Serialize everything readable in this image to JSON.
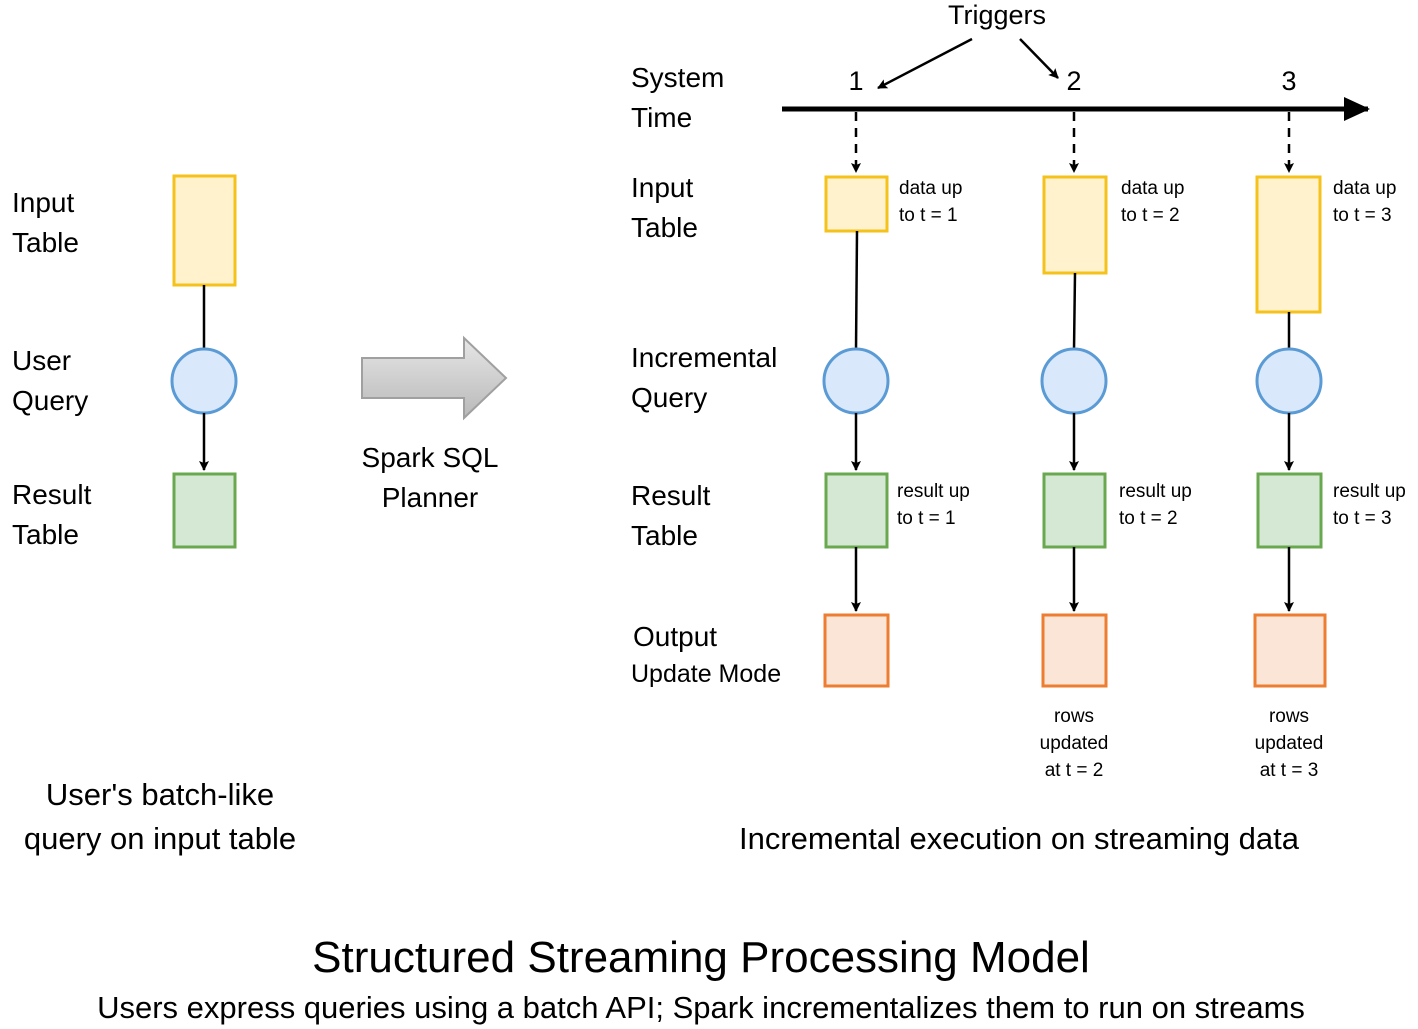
{
  "left": {
    "input_table": [
      "Input",
      "Table"
    ],
    "user_query": [
      "User",
      "Query"
    ],
    "result_table": [
      "Result",
      "Table"
    ],
    "caption": [
      "User's batch-like",
      "query on input table"
    ]
  },
  "planner": {
    "label": [
      "Spark SQL",
      "Planner"
    ]
  },
  "right": {
    "triggers_label": "Triggers",
    "system_time": [
      "System",
      "Time"
    ],
    "input_table": [
      "Input",
      "Table"
    ],
    "incremental_query": [
      "Incremental",
      "Query"
    ],
    "result_table": [
      "Result",
      "Table"
    ],
    "output": "Output",
    "output_mode": "Update Mode",
    "caption": "Incremental execution on streaming data",
    "columns": [
      {
        "tick": "1",
        "data_note": [
          "data up",
          "to t = 1"
        ],
        "result_note": [
          "result up",
          "to t = 1"
        ],
        "rows_note": []
      },
      {
        "tick": "2",
        "data_note": [
          "data up",
          "to t = 2"
        ],
        "result_note": [
          "result up",
          "to t = 2"
        ],
        "rows_note": [
          "rows",
          "updated",
          "at t = 2"
        ]
      },
      {
        "tick": "3",
        "data_note": [
          "data up",
          "to t = 3"
        ],
        "result_note": [
          "result up",
          "to t = 3"
        ],
        "rows_note": [
          "rows",
          "updated",
          "at t = 3"
        ]
      }
    ]
  },
  "footer": {
    "title": "Structured Streaming Processing Model",
    "subtitle": "Users express queries using a batch API; Spark incrementalizes them to run on streams"
  },
  "colors": {
    "input_fill": "#fff2cc",
    "input_stroke": "#f5c21b",
    "query_fill": "#dae8fc",
    "query_stroke": "#5b9bd5",
    "result_fill": "#d5e8d4",
    "result_stroke": "#6aa84f",
    "output_fill": "#fbe5d6",
    "output_stroke": "#ed7d31",
    "planner_fill": "#c8c8c8",
    "planner_stroke": "#a0a0a0"
  }
}
